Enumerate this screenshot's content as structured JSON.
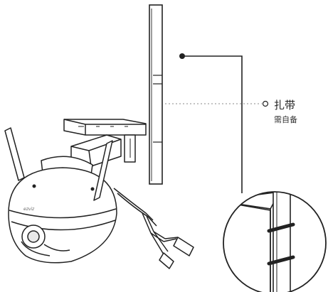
{
  "callout": {
    "title": "扎带",
    "subtitle": "需自备"
  },
  "camera": {
    "brand": "ezviz"
  },
  "colors": {
    "stroke": "#222222",
    "dotted": "#888888",
    "shade": "#e9e9e9",
    "background": "#ffffff"
  }
}
